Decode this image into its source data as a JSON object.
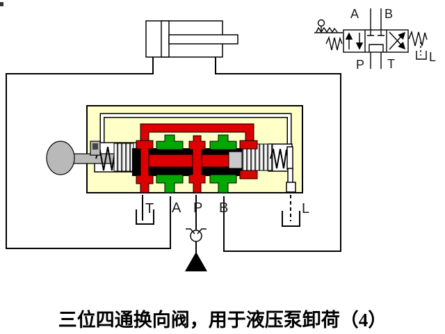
{
  "caption": "三位四通换向阀，用于液压泵卸荷（4）",
  "main_diagram": {
    "port_labels": {
      "t": "T",
      "a": "A",
      "p": "P",
      "b": "B",
      "l": "L"
    }
  },
  "schematic_symbol": {
    "port_labels": {
      "a": "A",
      "b": "B",
      "p": "P",
      "t": "T",
      "l": "L"
    }
  },
  "colors": {
    "valve_body": "#ffffc8",
    "pressure_red": "#dd0000",
    "work_green": "#00a800",
    "metal_gray": "#b9b9b9",
    "background": "#ffffff",
    "line_black": "#000000"
  }
}
